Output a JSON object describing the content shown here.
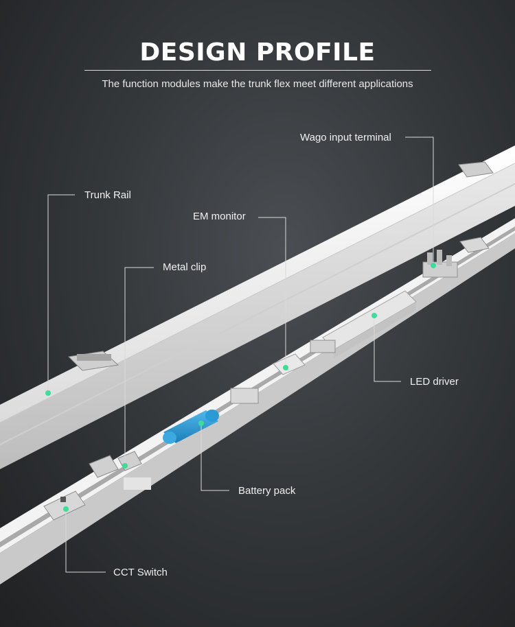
{
  "header": {
    "title": "DESIGN PROFILE",
    "subtitle": "The function modules make the trunk flex meet different applications"
  },
  "callouts": {
    "wago_input_terminal": "Wago input terminal",
    "trunk_rail": "Trunk Rail",
    "em_monitor": "EM monitor",
    "metal_clip": "Metal clip",
    "led_driver": "LED driver",
    "battery_pack": "Battery pack",
    "cct_switch": "CCT Switch"
  },
  "colors": {
    "background": "#35383b",
    "marker": "#3ddc97",
    "battery": "#2b9bd6",
    "rail": "#f1f1f1",
    "leader_line": "#d9d9d9"
  }
}
